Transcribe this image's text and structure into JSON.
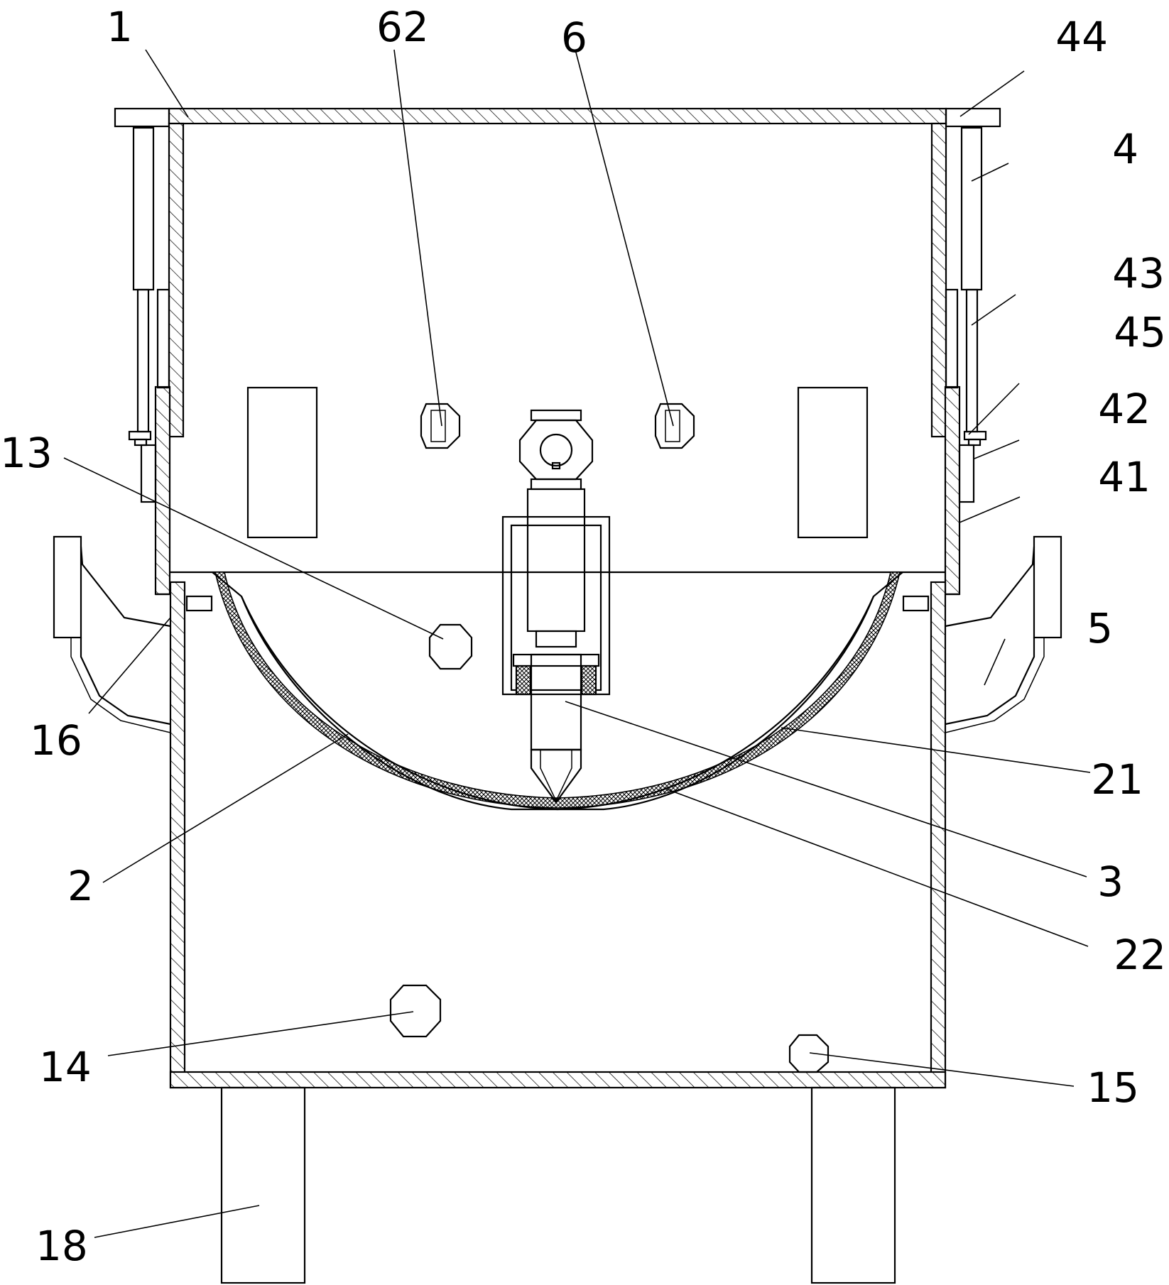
{
  "labels": {
    "l1": "1",
    "l62": "62",
    "l6": "6",
    "l44": "44",
    "l4": "4",
    "l43": "43",
    "l45": "45",
    "l42": "42",
    "l41": "41",
    "l13": "13",
    "l5": "5",
    "l16": "16",
    "l21": "21",
    "l2": "2",
    "l3": "3",
    "l22": "22",
    "l14": "14",
    "l15": "15",
    "l18": "18"
  }
}
